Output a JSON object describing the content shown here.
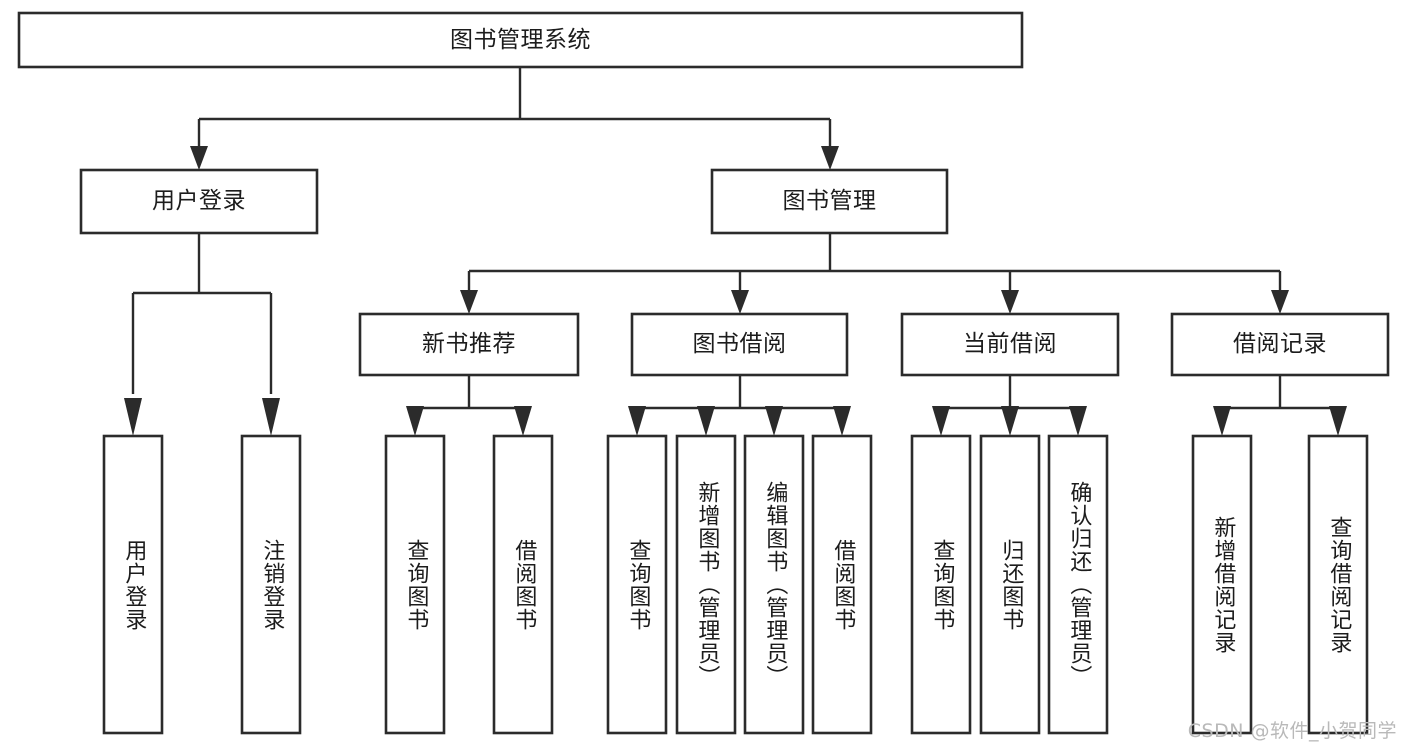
{
  "diagram": {
    "title": "图书管理系统",
    "type": "hierarchy-tree",
    "colors": {
      "box_stroke": "#2b2b2b",
      "box_fill": "#ffffff",
      "text": "#1c1c1c",
      "background": "#ffffff",
      "watermark": "#b9b9b9"
    },
    "root": {
      "label": "图书管理系统"
    },
    "level2": [
      {
        "label": "用户登录"
      },
      {
        "label": "图书管理"
      }
    ],
    "level3": [
      {
        "label": "新书推荐"
      },
      {
        "label": "图书借阅"
      },
      {
        "label": "当前借阅"
      },
      {
        "label": "借阅记录"
      }
    ],
    "leaves": {
      "user_login": [
        {
          "label": "用户登录"
        },
        {
          "label": "注销登录"
        }
      ],
      "new_book_recommend": [
        {
          "label": "查询图书"
        },
        {
          "label": "借阅图书"
        }
      ],
      "book_borrow": [
        {
          "label": "查询图书"
        },
        {
          "label": "新增图书（管理员）"
        },
        {
          "label": "编辑图书（管理员）"
        },
        {
          "label": "借阅图书"
        }
      ],
      "current_borrow": [
        {
          "label": "查询图书"
        },
        {
          "label": "归还图书"
        },
        {
          "label": "确认归还（管理员）"
        }
      ],
      "borrow_records": [
        {
          "label": "新增借阅记录"
        },
        {
          "label": "查询借阅记录"
        }
      ]
    },
    "watermark": "CSDN @软件_小贺同学"
  }
}
